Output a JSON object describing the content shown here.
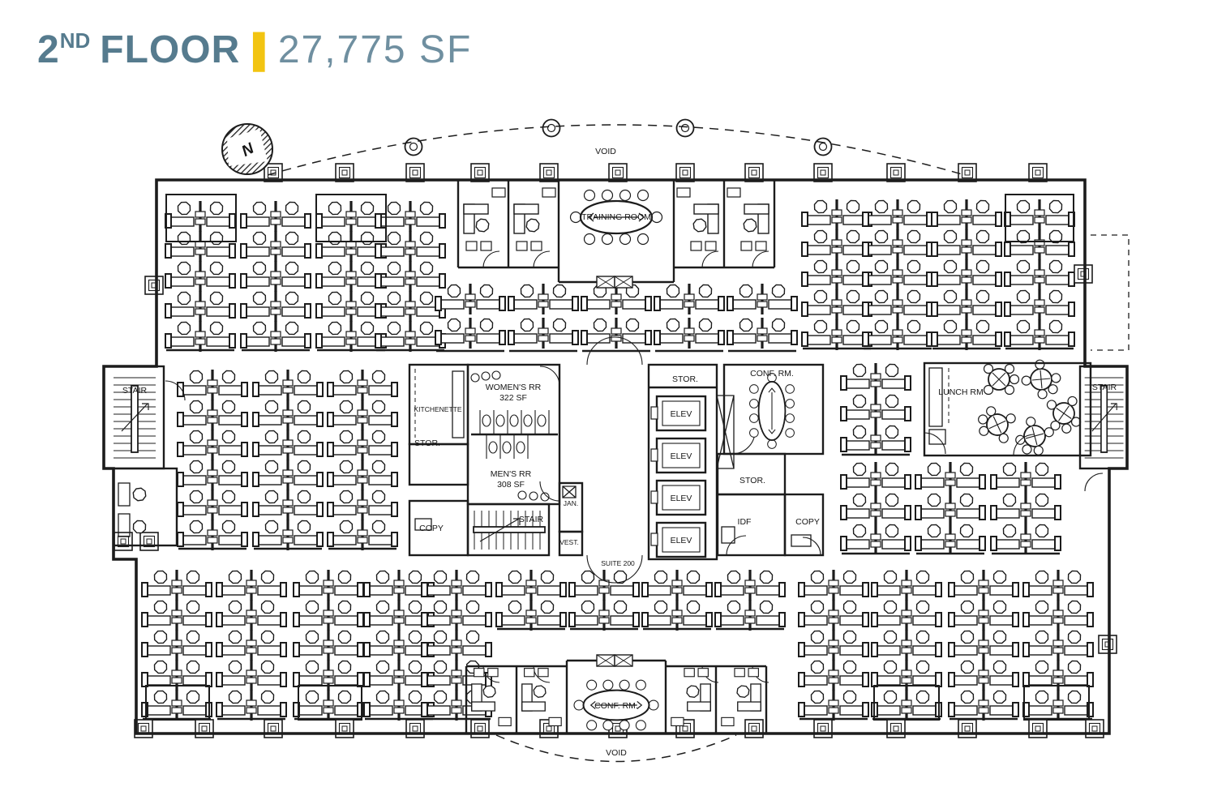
{
  "title": {
    "floor_number": "2",
    "floor_ordinal": "ND",
    "floor_word": "FLOOR",
    "separator": "|",
    "area": "27,775 SF"
  },
  "colors": {
    "title_blue": "#567b8e",
    "area_blue": "#6f8fa0",
    "divider_yellow": "#f2c411",
    "line_black": "#1c1c1c"
  },
  "north_arrow": "N",
  "rooms": {
    "void_top": "VOID",
    "void_bottom": "VOID",
    "training_room": "TRAINING ROOM",
    "stair_left": "STAIR",
    "stair_right": "STAIR",
    "stair_core": "STAIR",
    "kitchenette": "KITCHENETTE",
    "storage_left": "STOR.",
    "storage_elev": "STOR.",
    "storage_core": "STOR.",
    "copy_left": "COPY",
    "copy_core": "COPY",
    "womens_rr": "WOMEN'S RR",
    "womens_rr_area": "322 SF",
    "mens_rr": "MEN'S RR",
    "mens_rr_area": "308 SF",
    "janitor": "JAN.",
    "vestibule": "VEST.",
    "elevator": "ELEV",
    "conf_rm_core": "CONF. RM.",
    "conf_rm_south": "CONF. RM.",
    "idf": "IDF",
    "lunch_rm": "LUNCH RM",
    "suite": "SUITE 200"
  }
}
